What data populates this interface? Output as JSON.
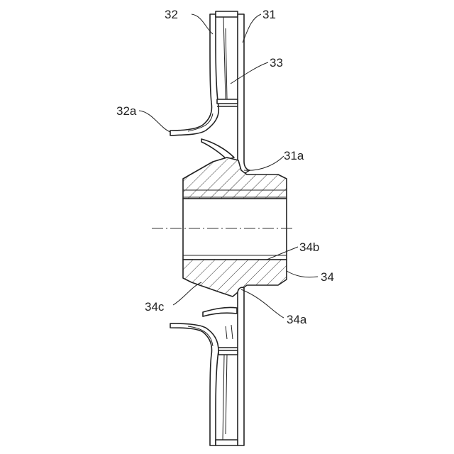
{
  "labels": {
    "l31": "31",
    "l32": "32",
    "l33": "33",
    "l32a": "32a",
    "l31a": "31a",
    "l34b": "34b",
    "l34": "34",
    "l34c": "34c",
    "l34a": "34a"
  },
  "colors": {
    "ink": "#222222",
    "background": "#ffffff"
  }
}
